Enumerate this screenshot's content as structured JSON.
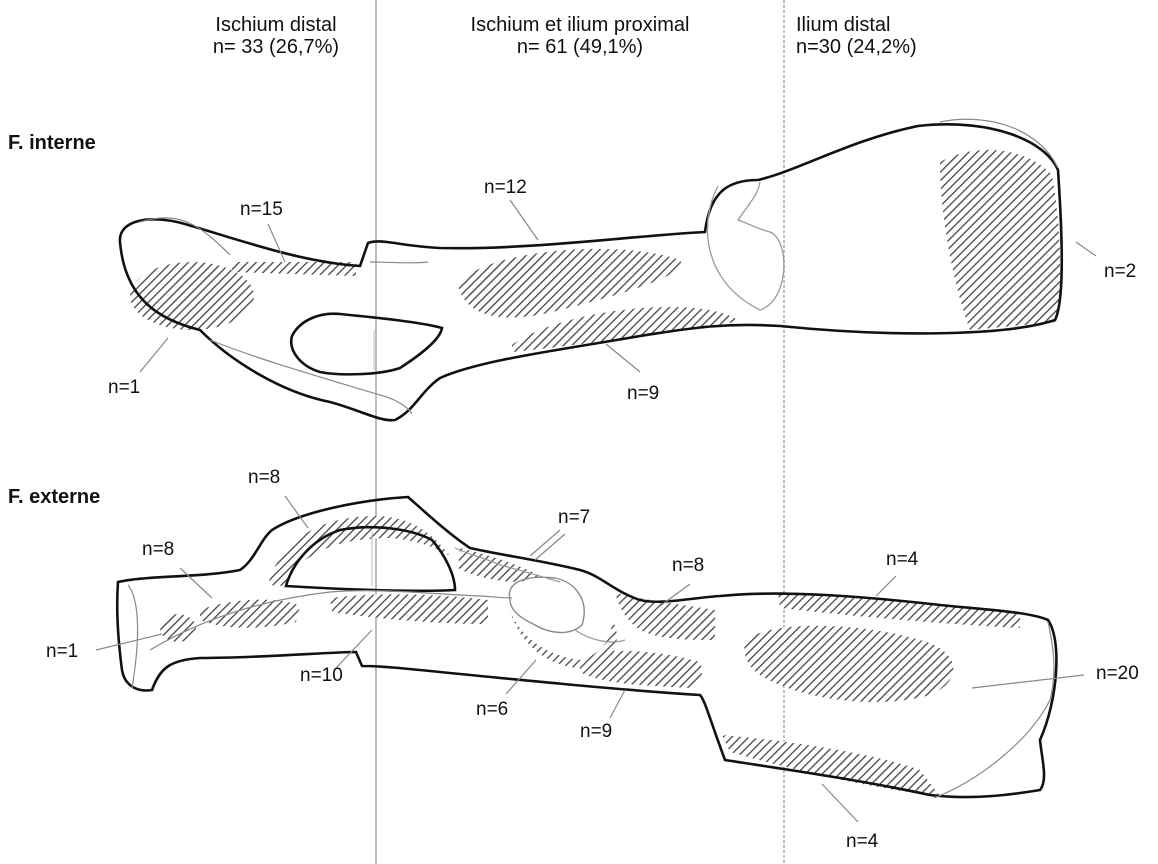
{
  "zones": [
    {
      "name": "Ischium distal",
      "count": "n= 33 (26,7%)"
    },
    {
      "name": "Ischium et ilium proximal",
      "count": "n= 61 (49,1%)"
    },
    {
      "name": "Ilium distal",
      "count": "n=30 (24,2%)"
    }
  ],
  "faces": {
    "internal": "F. interne",
    "external": "F. externe"
  },
  "internal_labels": {
    "ischium_upper": "n=15",
    "ischium_lower": "n=1",
    "body_upper": "n=12",
    "body_lower": "n=9",
    "ilium": "n=2"
  },
  "external_labels": {
    "foramen_top": "n=8",
    "ischium_tuber": "n=8",
    "ischium_end": "n=1",
    "ischium_lower": "n=10",
    "acetabulum_top": "n=7",
    "acetabulum_right": "n=8",
    "acetabulum_bottom": "n=6",
    "ilium_neck_lower": "n=9",
    "ilium_top": "n=4",
    "ilium_center": "n=20",
    "ilium_bottom": "n=4"
  },
  "colors": {
    "outline": "#111111",
    "hatch": "#555555",
    "divider": "#bdbdbd",
    "thin_line": "#888888"
  }
}
